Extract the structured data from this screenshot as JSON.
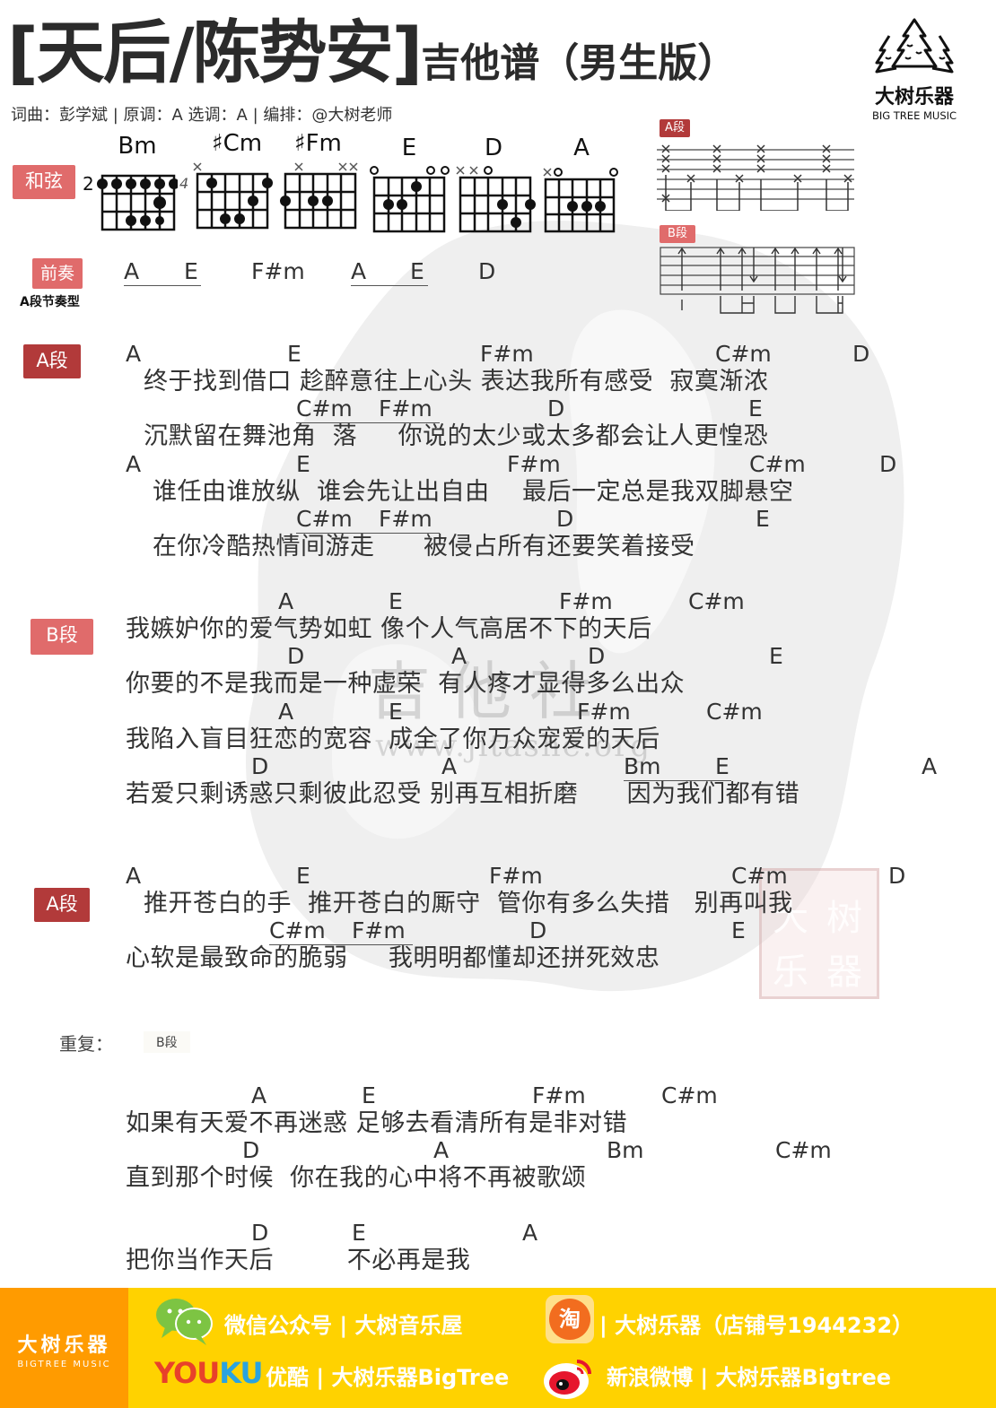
{
  "header": {
    "title_main": "[天后/陈势安]",
    "title_sub": "吉他谱（男生版）",
    "credits": "词曲：彭学斌 | 原调：A 选调：A | 编排：@大树老师"
  },
  "logo": {
    "name_cn": "大树乐器",
    "name_en": "BIG TREE MUSIC"
  },
  "chords_section": {
    "label": "和弦",
    "chords": [
      {
        "name": "Bm",
        "fret_label": "2"
      },
      {
        "name": "#Cm",
        "fret_label": "4"
      },
      {
        "name": "#Fm",
        "fret_label": ""
      },
      {
        "name": "E",
        "fret_label": ""
      },
      {
        "name": "D",
        "fret_label": ""
      },
      {
        "name": "A",
        "fret_label": ""
      }
    ]
  },
  "rhythm_patterns": {
    "a_label": "A段",
    "b_label": "B段"
  },
  "prelude": {
    "label": "前奏",
    "caption": "A段节奏型",
    "chords": [
      "A",
      "E",
      "F#m",
      "A",
      "E",
      "D"
    ]
  },
  "sections": {
    "a1": {
      "label": "A段",
      "lines": [
        {
          "chords": [
            "A",
            "E",
            "F#m",
            "C#m",
            "D"
          ],
          "lyric": "终于找到借口 趁醉意往上心头 表达我所有感受  寂寞渐浓"
        },
        {
          "chords": [
            "C#m",
            "F#m",
            "D",
            "E"
          ],
          "lyric": "沉默留在舞池角  落     你说的太少或太多都会让人更惶恐"
        },
        {
          "chords": [
            "A",
            "E",
            "F#m",
            "C#m",
            "D"
          ],
          "lyric": "谁任由谁放纵  谁会先让出自由    最后一定总是我双脚悬空"
        },
        {
          "chords": [
            "C#m",
            "F#m",
            "D",
            "E"
          ],
          "lyric": "在你冷酷热情间游走      被侵占所有还要笑着接受"
        }
      ]
    },
    "b1": {
      "label": "B段",
      "lines": [
        {
          "chords": [
            "A",
            "E",
            "F#m",
            "C#m"
          ],
          "lyric": "我嫉妒你的爱气势如虹 像个人气高居不下的天后"
        },
        {
          "chords": [
            "D",
            "A",
            "D",
            "E"
          ],
          "lyric": "你要的不是我而是一种虚荣  有人疼才显得多么出众"
        },
        {
          "chords": [
            "A",
            "E",
            "F#m",
            "C#m"
          ],
          "lyric": "我陷入盲目狂恋的宽容  成全了你万众宠爱的天后"
        },
        {
          "chords": [
            "D",
            "A",
            "Bm",
            "E",
            "A"
          ],
          "lyric": "若爱只剩诱惑只剩彼此忍受 别再互相折磨      因为我们都有错"
        }
      ]
    },
    "a2": {
      "label": "A段",
      "lines": [
        {
          "chords": [
            "A",
            "E",
            "F#m",
            "C#m",
            "D"
          ],
          "lyric": "推开苍白的手  推开苍白的厮守  管你有多么失措   别再叫我"
        },
        {
          "chords": [
            "C#m",
            "F#m",
            "D",
            "E"
          ],
          "lyric": "心软是最致命的脆弱     我明明都懂却还拼死效忠"
        }
      ]
    },
    "repeat": {
      "label": "重复：",
      "ref": "B段"
    },
    "outro": {
      "lines": [
        {
          "chords": [
            "A",
            "E",
            "F#m",
            "C#m"
          ],
          "lyric": "如果有天爱不再迷惑 足够去看清所有是非对错"
        },
        {
          "chords": [
            "D",
            "A",
            "Bm",
            "C#m"
          ],
          "lyric": "直到那个时候  你在我的心中将不再被歌颂"
        },
        {
          "chords": [
            "D",
            "E",
            "A"
          ],
          "lyric": "把你当作天后         不必再是我"
        }
      ]
    }
  },
  "watermarks": {
    "site_cn": "吉他社",
    "site_url": "www.jitashe.org",
    "seal": [
      "大",
      "树",
      "乐",
      "器"
    ]
  },
  "footer": {
    "brand_cn": "大树乐器",
    "brand_en": "BIGTREE MUSIC",
    "wechat": "微信公众号 | 大树音乐屋",
    "taobao": "| 大树乐器（店铺号1944232）",
    "youku_logo": "YOUKU",
    "youku": "优酷 | 大树乐器BigTree",
    "weibo": "新浪微博 | 大树乐器Bigtree",
    "taobao_icon_char": "淘",
    "colors": {
      "brand_bg": "#ff9b00",
      "bar_bg": "#ffd200"
    }
  }
}
